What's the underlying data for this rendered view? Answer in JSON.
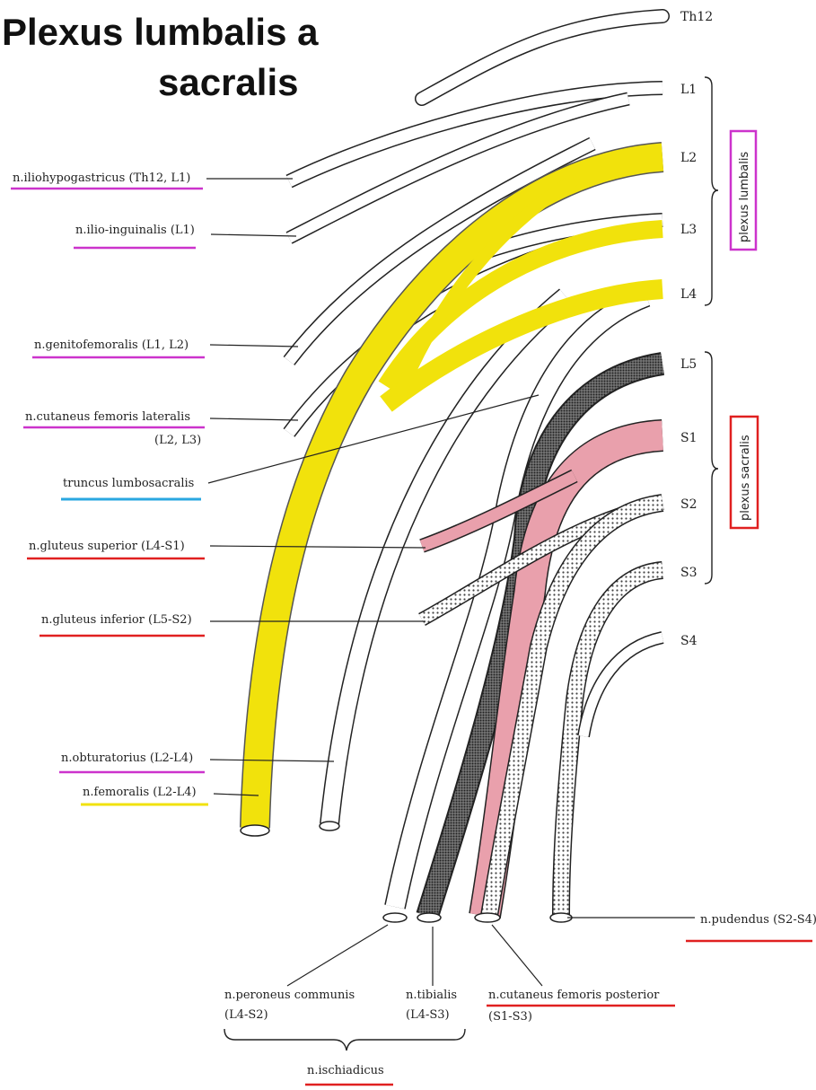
{
  "title": {
    "line1": "Plexus lumbalis a",
    "line2": "sacralis"
  },
  "roots": [
    "Th12",
    "L1",
    "L2",
    "L3",
    "L4",
    "L5",
    "S1",
    "S2",
    "S3",
    "S4"
  ],
  "groups": {
    "lumbalis": "plexus lumbalis",
    "sacralis": "plexus sacralis"
  },
  "colors": {
    "magenta": "#cc33cc",
    "blue": "#2aa7e0",
    "red": "#e02020",
    "yellow": "#f1e20c",
    "pink": "#e9a0ac"
  },
  "labels": {
    "iliohypogastricus": "n.iliohypogastricus (Th12, L1)",
    "ilioinguinalis": "n.ilio-inguinalis (L1)",
    "genitofemoralis": "n.genitofemoralis (L1, L2)",
    "cutaneus_lat_1": "n.cutaneus femoris lateralis",
    "cutaneus_lat_2": "(L2, L3)",
    "truncus": "truncus lumbosacralis",
    "gluteus_sup": "n.gluteus superior (L4-S1)",
    "gluteus_inf": "n.gluteus inferior (L5-S2)",
    "obturatorius": "n.obturatorius (L2-L4)",
    "femoralis": "n.femoralis (L2-L4)",
    "pudendus": "n.pudendus (S2-S4)",
    "peroneus_1": "n.peroneus communis",
    "peroneus_2": "(L4-S2)",
    "tibialis_1": "n.tibialis",
    "tibialis_2": "(L4-S3)",
    "cut_post_1": "n.cutaneus femoris posterior",
    "cut_post_2": "(S1-S3)",
    "ischiadicus": "n.ischiadicus"
  }
}
